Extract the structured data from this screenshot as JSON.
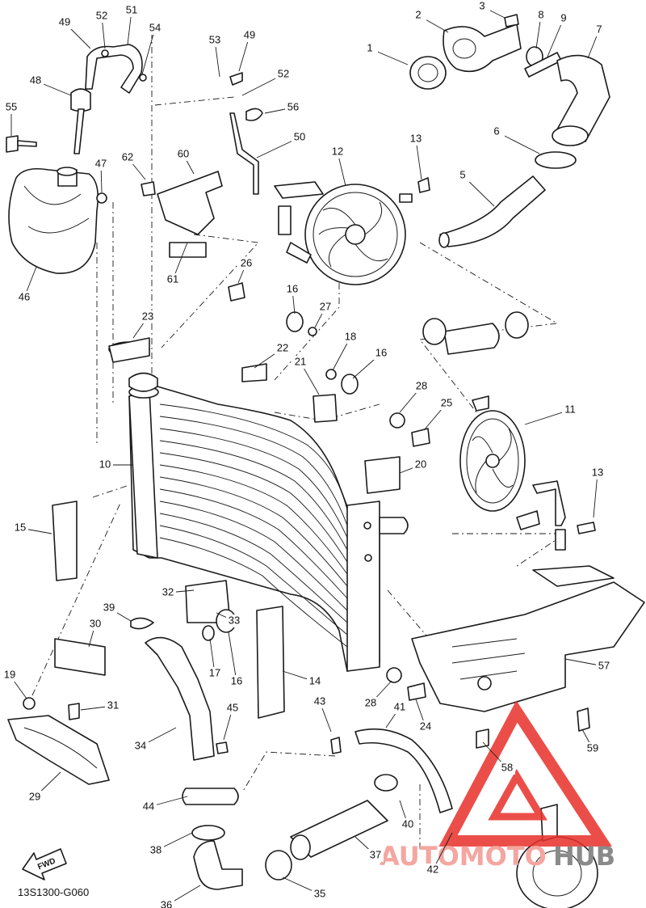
{
  "diagram": {
    "drawing_code": "13S1300-G060",
    "fwd_label": "FWD",
    "watermark": {
      "text_a": "AUTOMOTO",
      "text_b": "HUB",
      "color_a": "#f4a6a0",
      "color_b": "#8a8a8a",
      "logo_color": "#e8302a"
    },
    "callouts": [
      "1",
      "2",
      "3",
      "8",
      "9",
      "7",
      "6",
      "5",
      "13",
      "12",
      "49",
      "52",
      "51",
      "54",
      "53",
      "49",
      "52",
      "48",
      "56",
      "50",
      "55",
      "47",
      "62",
      "60",
      "46",
      "61",
      "26",
      "16",
      "27",
      "23",
      "22",
      "21",
      "18",
      "16",
      "28",
      "25",
      "11",
      "10",
      "20",
      "13",
      "15",
      "32",
      "39",
      "33",
      "30",
      "17",
      "16",
      "14",
      "57",
      "19",
      "31",
      "28",
      "24",
      "43",
      "41",
      "45",
      "34",
      "59",
      "58",
      "29",
      "44",
      "40",
      "38",
      "37",
      "42",
      "36",
      "35"
    ]
  }
}
